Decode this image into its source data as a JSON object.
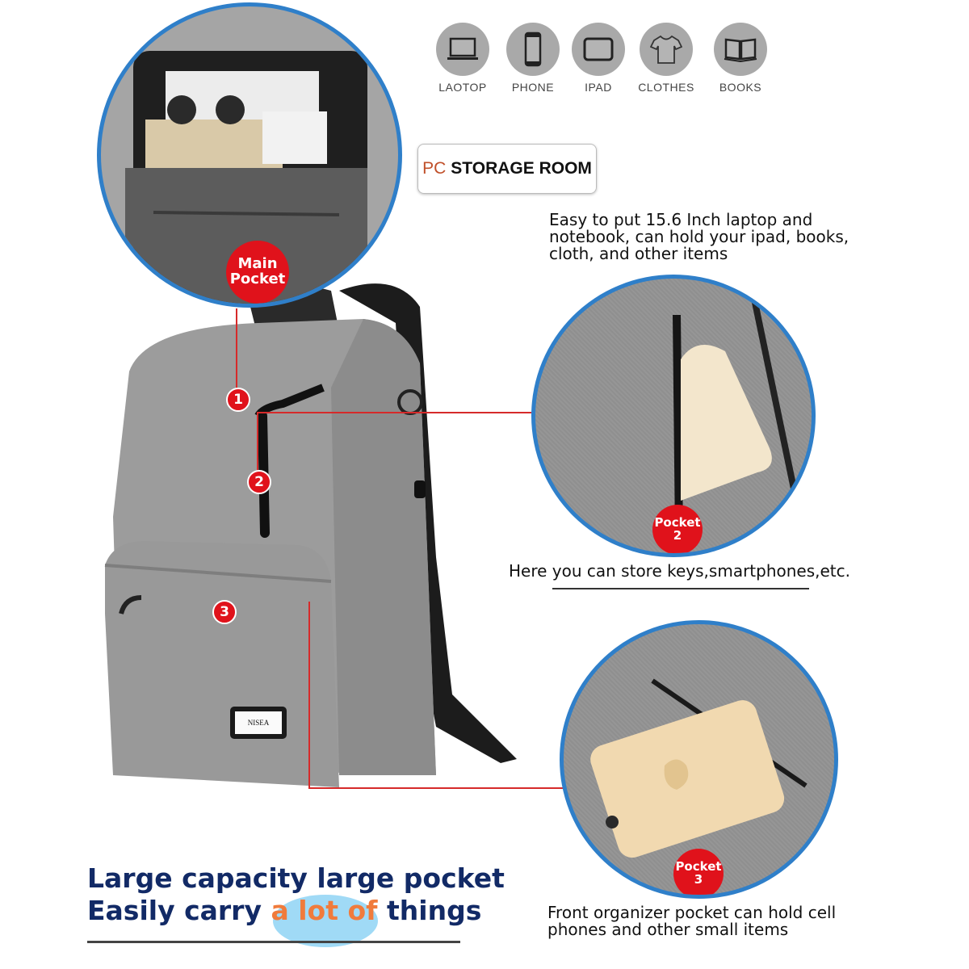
{
  "categories": [
    {
      "label": "LAOTOP",
      "icon": "laptop-icon"
    },
    {
      "label": "PHONE",
      "icon": "phone-icon"
    },
    {
      "label": "IPAD",
      "icon": "tablet-icon"
    },
    {
      "label": "CLOTHES",
      "icon": "shirt-icon"
    },
    {
      "label": "BOOKS",
      "icon": "book-icon"
    }
  ],
  "storage_badge": {
    "prefix": "PC",
    "text": "STORAGE ROOM",
    "prefix_color": "#c0502a"
  },
  "main_pocket": {
    "badge_line1": "Main",
    "badge_line2": "Pocket",
    "description_lines": [
      "Easy to put 15.6 Inch laptop and",
      "notebook, can hold your ipad, books,",
      "cloth, and other items"
    ]
  },
  "pocket2": {
    "badge_line1": "Pocket",
    "badge_line2": "2",
    "description": "Here you can store keys,smartphones,etc."
  },
  "pocket3": {
    "badge_line1": "Pocket",
    "badge_line2": "3",
    "description_lines": [
      "Front organizer pocket can hold cell",
      "phones and other small items"
    ]
  },
  "markers": [
    "1",
    "2",
    "3"
  ],
  "brand_label": "NISEA",
  "headline": {
    "line1": "Large capacity large pocket",
    "line2_pre": "Easily carry ",
    "line2_highlight": "a lot of",
    "line2_post": " things"
  },
  "colors": {
    "circle_border": "#2f7fc9",
    "badge_red": "#e0121b",
    "headline_navy": "#122a66",
    "highlight_orange": "#f07b3c",
    "highlight_blob": "#8fd3f4"
  }
}
